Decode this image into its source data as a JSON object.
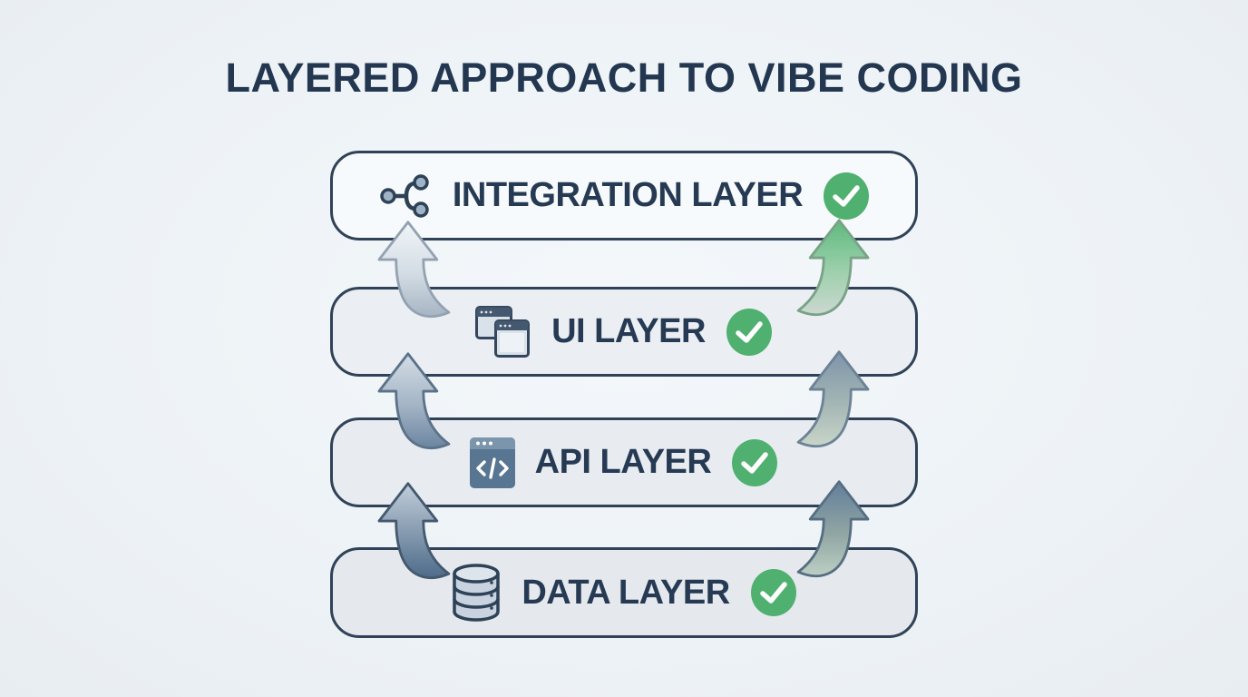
{
  "title": "LAYERED APPROACH TO VIBE CODING",
  "colors": {
    "background": "#edf1f6",
    "box_border": "#2f4257",
    "title_text": "#233750",
    "label_text": "#263a53",
    "check_green": "#4fb06f",
    "icon_navy": "#2e4257",
    "icon_light_fill": "#9fb3c6"
  },
  "layers": [
    {
      "label": "INTEGRATION LAYER",
      "icon": "share-network-icon",
      "status": "checked",
      "fill": "#f7fafc"
    },
    {
      "label": "UI LAYER",
      "icon": "browser-windows-icon",
      "status": "checked",
      "fill": "#ebeff3"
    },
    {
      "label": "API LAYER",
      "icon": "code-window-icon",
      "status": "checked",
      "fill": "#e8ecf1"
    },
    {
      "label": "DATA LAYER",
      "icon": "database-icon",
      "status": "checked",
      "fill": "#e5e9ee"
    }
  ],
  "arrows": [
    {
      "side": "left",
      "from": "UI LAYER",
      "to": "INTEGRATION LAYER",
      "direction": "up",
      "color_top": "#f1f5f8",
      "color_mid": "#d3dce4",
      "color_bottom": "#a6b4c3",
      "stroke": "#93a2b2"
    },
    {
      "side": "right",
      "from": "UI LAYER",
      "to": "INTEGRATION LAYER",
      "direction": "up",
      "color_top": "#5eba7d",
      "color_mid": "#9ed0ad",
      "color_bottom": "#ccd8d0",
      "stroke": "#79a287"
    },
    {
      "side": "left",
      "from": "API LAYER",
      "to": "UI LAYER",
      "direction": "up",
      "color_top": "#d5dde6",
      "color_mid": "#a3b4c5",
      "color_bottom": "#6b85a0",
      "stroke": "#5b7289"
    },
    {
      "side": "right",
      "from": "API LAYER",
      "to": "UI LAYER",
      "direction": "up",
      "color_top": "#7e94aa",
      "color_mid": "#a4b6b4",
      "color_bottom": "#c8d5c9",
      "stroke": "#6c8295"
    },
    {
      "side": "left",
      "from": "DATA LAYER",
      "to": "API LAYER",
      "direction": "up",
      "color_top": "#c2cedb",
      "color_mid": "#8298ad",
      "color_bottom": "#4e6b8a",
      "stroke": "#44596f"
    },
    {
      "side": "right",
      "from": "DATA LAYER",
      "to": "API LAYER",
      "direction": "up",
      "color_top": "#627e9a",
      "color_mid": "#90a5a4",
      "color_bottom": "#bed0c3",
      "stroke": "#566e82"
    }
  ]
}
